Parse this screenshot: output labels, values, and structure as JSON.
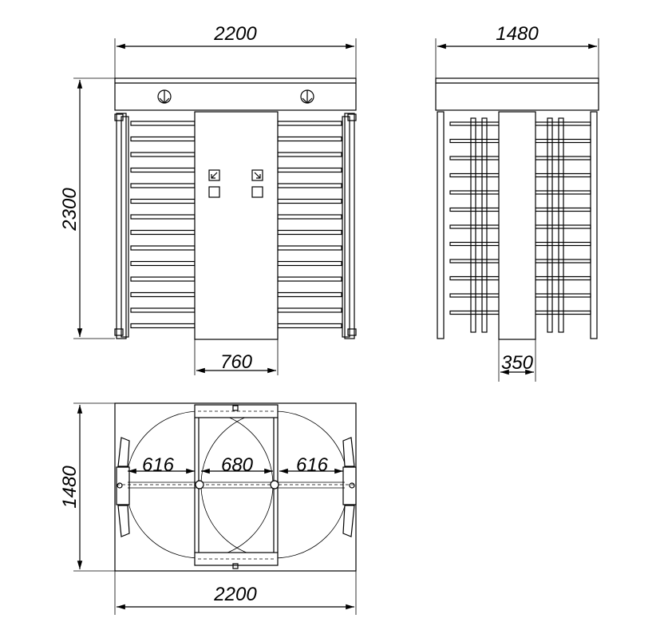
{
  "front_view": {
    "width_label": "2200",
    "height_label": "2300",
    "passage_label": "760"
  },
  "side_view": {
    "width_label": "1480",
    "passage_label": "350"
  },
  "top_view": {
    "height_label": "1480",
    "width_label": "2200",
    "left_span_label": "616",
    "middle_span_label": "680",
    "right_span_label": "616"
  }
}
